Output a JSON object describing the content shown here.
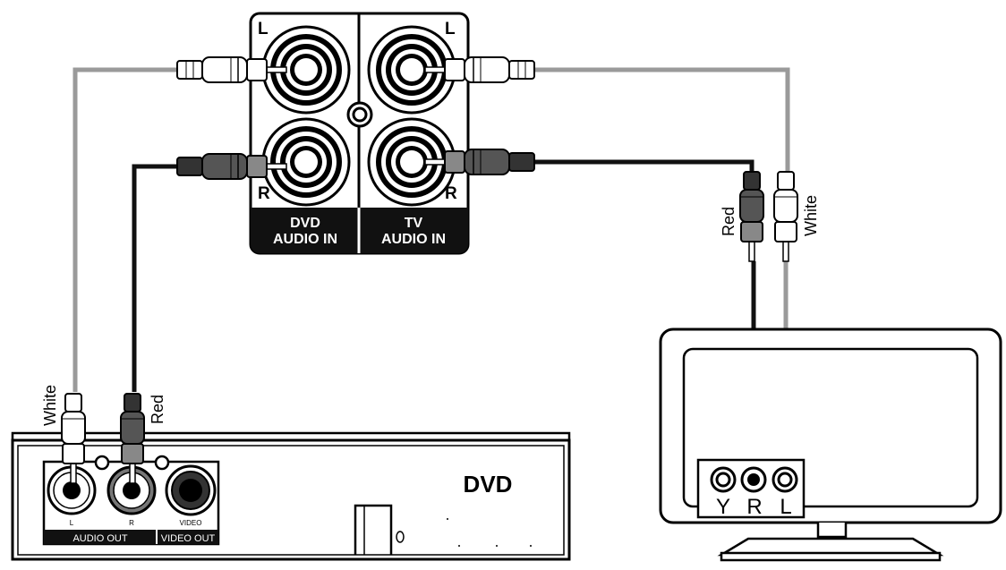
{
  "panel": {
    "left_label": "L",
    "right_label": "R",
    "dvd_in_line1": "DVD",
    "dvd_in_line2": "AUDIO IN",
    "tv_in_line1": "TV",
    "tv_in_line2": "AUDIO IN"
  },
  "dvd_player": {
    "title": "DVD",
    "jack_l": "L",
    "jack_r": "R",
    "jack_video": "VIDEO",
    "audio_out": "AUDIO OUT",
    "video_out": "VIDEO OUT"
  },
  "tv": {
    "jack_y": "Y",
    "jack_r": "R",
    "jack_l": "L"
  },
  "cables": {
    "white_label": "White",
    "red_label": "Red"
  },
  "colors": {
    "white_cable": "#9a9a9a",
    "red_cable": "#111111",
    "panel_fill": "#111111"
  }
}
